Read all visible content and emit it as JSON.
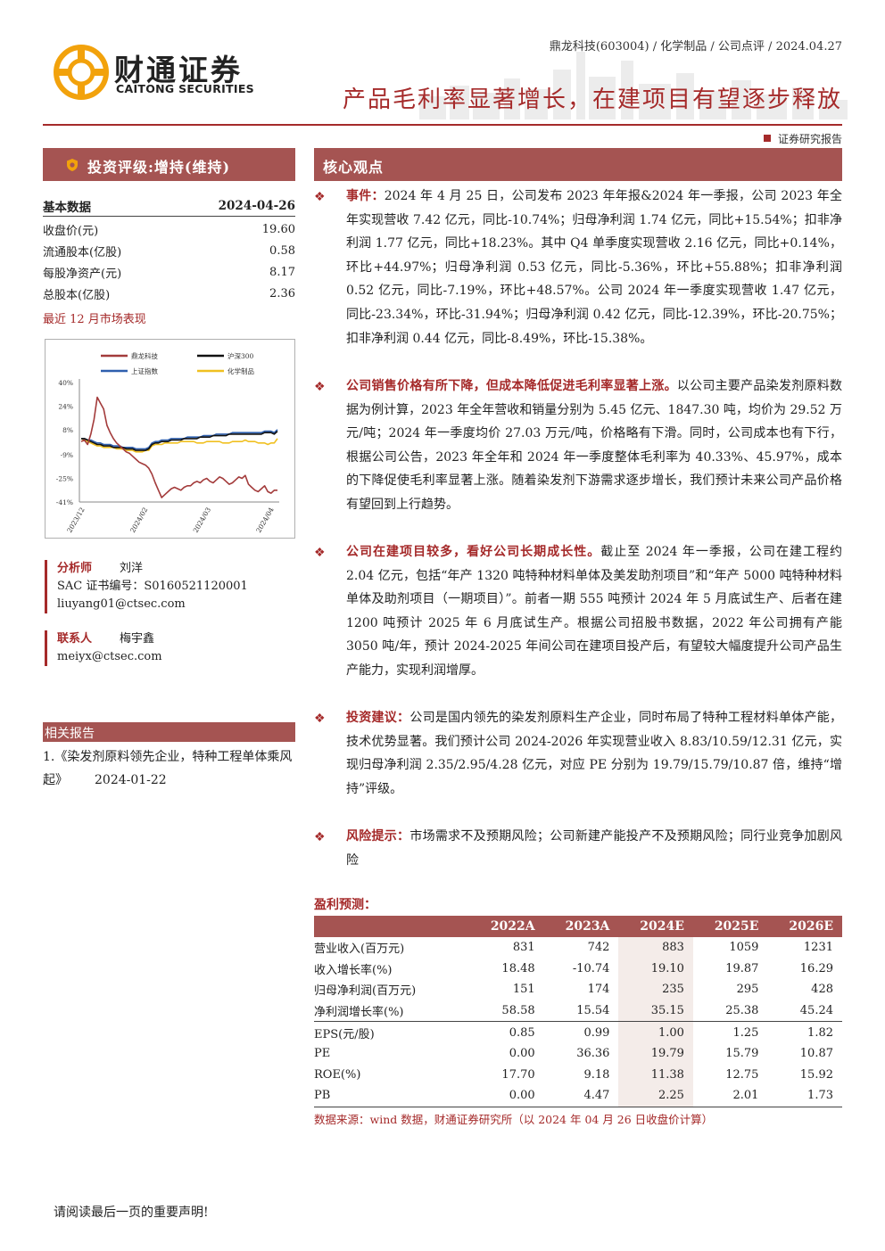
{
  "header": {
    "logo_cn": "财通证券",
    "logo_en": "CAITONG SECURITIES",
    "meta": "鼎龙科技(603004) / 化学制品 / 公司点评 / 2024.04.27",
    "headline": "产品毛利率显著增长，在建项目有望逐步释放",
    "doc_type": "证券研究报告"
  },
  "rating": {
    "label": "投资评级:增持(维持)"
  },
  "basic_data": {
    "title": "基本数据",
    "date": "2024-04-26",
    "rows": [
      {
        "label": "收盘价(元)",
        "value": "19.60"
      },
      {
        "label": "流通股本(亿股)",
        "value": "0.58"
      },
      {
        "label": "每股净资产(元)",
        "value": "8.17"
      },
      {
        "label": "总股本(亿股)",
        "value": "2.36"
      }
    ]
  },
  "perf_title": "最近 12 月市场表现",
  "chart_data": {
    "type": "line",
    "series": [
      {
        "name": "鼎龙科技",
        "color": "#a33b3b",
        "values": [
          0,
          1,
          -2,
          5,
          15,
          30,
          26,
          22,
          11,
          6,
          2,
          -1,
          -3,
          -5,
          -7,
          -8,
          -10,
          -12,
          -14,
          -15,
          -16,
          -18,
          -22,
          -28,
          -33,
          -38,
          -36,
          -34,
          -32,
          -31,
          -32,
          -33,
          -31,
          -30,
          -30,
          -28,
          -27,
          -28,
          -26,
          -25,
          -27,
          -28,
          -26,
          -24,
          -25,
          -27,
          -29,
          -28,
          -26,
          -24,
          -25,
          -23,
          -29,
          -31,
          -33,
          -34,
          -32,
          -30,
          -34,
          -35,
          -33,
          -33
        ]
      },
      {
        "name": "沪深300",
        "color": "#111111",
        "values": [
          2,
          2,
          1,
          0,
          -1,
          -2,
          -2,
          -3,
          -3,
          -3,
          -4,
          -4,
          -4,
          -4,
          -5,
          -5,
          -5,
          -6,
          -6,
          -6,
          -6,
          -5,
          -2,
          -1,
          -1,
          0,
          0,
          0,
          1,
          1,
          1,
          1,
          2,
          2,
          2,
          2,
          2,
          3,
          3,
          3,
          3,
          4,
          4,
          4,
          4,
          4,
          5,
          5,
          5,
          5,
          5,
          5,
          5,
          5,
          5,
          5,
          5,
          6,
          6,
          6,
          5,
          7
        ]
      },
      {
        "name": "上证指数",
        "color": "#2e5fae",
        "values": [
          2,
          2,
          1,
          1,
          0,
          -1,
          -1,
          -2,
          -2,
          -2,
          -3,
          -3,
          -3,
          -4,
          -4,
          -4,
          -4,
          -5,
          -5,
          -5,
          -5,
          -4,
          -1,
          0,
          0,
          1,
          1,
          1,
          2,
          2,
          2,
          2,
          2,
          3,
          3,
          3,
          3,
          3,
          4,
          4,
          4,
          4,
          5,
          5,
          5,
          5,
          5,
          6,
          6,
          6,
          6,
          6,
          6,
          6,
          6,
          6,
          6,
          7,
          7,
          7,
          6,
          8
        ]
      },
      {
        "name": "化学制品",
        "color": "#f0c020",
        "values": [
          2,
          1,
          0,
          -1,
          -2,
          -3,
          -3,
          -4,
          -4,
          -4,
          -4,
          -5,
          -5,
          -5,
          -6,
          -6,
          -6,
          -7,
          -7,
          -7,
          -6,
          -6,
          -3,
          -2,
          -2,
          -2,
          -1,
          -1,
          -1,
          -1,
          -1,
          0,
          0,
          0,
          0,
          0,
          -1,
          -1,
          -1,
          0,
          0,
          0,
          0,
          0,
          -1,
          -1,
          -1,
          0,
          0,
          0,
          0,
          1,
          0,
          0,
          0,
          -1,
          -1,
          -1,
          -2,
          -1,
          -1,
          2
        ]
      }
    ],
    "ylim": [
      -41,
      40
    ],
    "yticks": [
      "40%",
      "24%",
      "8%",
      "-9%",
      "-25%",
      "-41%"
    ],
    "ytick_values": [
      40,
      24,
      8,
      -9,
      -25,
      -41
    ],
    "xticks": [
      "2023/12",
      "2024/02",
      "2024/03",
      "2024/04"
    ],
    "legend": "top"
  },
  "analyst": {
    "role": "分析师",
    "name": "刘洋",
    "cert": "SAC 证书编号：S0160521120001",
    "email": "liuyang01@ctsec.com"
  },
  "contact": {
    "role": "联系人",
    "name": "梅宇鑫",
    "email": "meiyx@ctsec.com"
  },
  "related": {
    "title": "相关报告",
    "item": "1.《染发剂原料领先企业，特种工程单体乘风起》",
    "date": "2024-01-22"
  },
  "core": {
    "title": "核心观点",
    "p1_lead": "事件：",
    "p1": "2024 年 4 月 25 日，公司发布 2023 年年报&2024 年一季报，公司 2023 年全年实现营收 7.42 亿元，同比-10.74%；归母净利润 1.74 亿元，同比+15.54%；扣非净利润 1.77 亿元，同比+18.23%。其中 Q4 单季度实现营收 2.16 亿元，同比+0.14%，环比+44.97%；归母净利润 0.53 亿元，同比-5.36%，环比+55.88%；扣非净利润 0.52 亿元，同比-7.19%，环比+48.57%。公司 2024 年一季度实现营收 1.47 亿元，同比-23.34%，环比-31.94%；归母净利润 0.42 亿元，同比-12.39%，环比-20.75%；扣非净利润 0.44 亿元，同比-8.49%，环比-15.38%。",
    "p2_lead": "公司销售价格有所下降，但成本降低促进毛利率显著上涨。",
    "p2": "以公司主要产品染发剂原料数据为例计算，2023 年全年营收和销量分别为 5.45 亿元、1847.30 吨，均价为 29.52 万元/吨；2024 年一季度均价 27.03 万元/吨，价格略有下滑。同时，公司成本也有下行，根据公司公告，2023 年全年和 2024 年一季度整体毛利率为 40.33%、45.97%，成本的下降促使毛利率显著上涨。随着染发剂下游需求逐步增长，我们预计未来公司产品价格有望回到上行趋势。",
    "p3_lead": "公司在建项目较多，看好公司长期成长性。",
    "p3": "截止至 2024 年一季报，公司在建工程约 2.04 亿元，包括“年产 1320 吨特种材料单体及美发助剂项目”和“年产 5000 吨特种材料单体及助剂项目（一期项目）”。前者一期 555 吨预计 2024 年 5 月底试生产、后者在建 1200 吨预计 2025 年 6 月底试生产。根据公司招股书数据，2022 年公司拥有产能 3050 吨/年，预计 2024-2025 年间公司在建项目投产后，有望较大幅度提升公司产品生产能力，实现利润增厚。",
    "p4_lead": "投资建议：",
    "p4": "公司是国内领先的染发剂原料生产企业，同时布局了特种工程材料单体产能，技术优势显著。我们预计公司 2024-2026 年实现营业收入 8.83/10.59/12.31 亿元，实现归母净利润 2.35/2.95/4.28 亿元，对应 PE 分别为 19.79/15.79/10.87 倍，维持“增持”评级。",
    "p5_lead": "风险提示：",
    "p5": "市场需求不及预期风险；公司新建产能投产不及预期风险；同行业竞争加剧风险"
  },
  "profit": {
    "title": "盈利预测：",
    "headers": [
      "",
      "2022A",
      "2023A",
      "2024E",
      "2025E",
      "2026E"
    ],
    "rows": [
      [
        "营业收入(百万元)",
        "831",
        "742",
        "883",
        "1059",
        "1231"
      ],
      [
        "收入增长率(%)",
        "18.48",
        "-10.74",
        "19.10",
        "19.87",
        "16.29"
      ],
      [
        "归母净利润(百万元)",
        "151",
        "174",
        "235",
        "295",
        "428"
      ],
      [
        "净利润增长率(%)",
        "58.58",
        "15.54",
        "35.15",
        "25.38",
        "45.24"
      ],
      [
        "EPS(元/股)",
        "0.85",
        "0.99",
        "1.00",
        "1.25",
        "1.82"
      ],
      [
        "PE",
        "0.00",
        "36.36",
        "19.79",
        "15.79",
        "10.87"
      ],
      [
        "ROE(%)",
        "17.70",
        "9.18",
        "11.38",
        "12.75",
        "15.92"
      ],
      [
        "PB",
        "0.00",
        "4.47",
        "2.25",
        "2.01",
        "1.73"
      ]
    ],
    "source": "数据来源：wind 数据，财通证券研究所（以 2024 年 04 月 26 日收盘价计算）"
  },
  "footer": "请阅读最后一页的重要声明!",
  "colors": {
    "brand": "#a52a2a",
    "header_bg": "#a55452",
    "logo_orange": "#f2a20c"
  }
}
